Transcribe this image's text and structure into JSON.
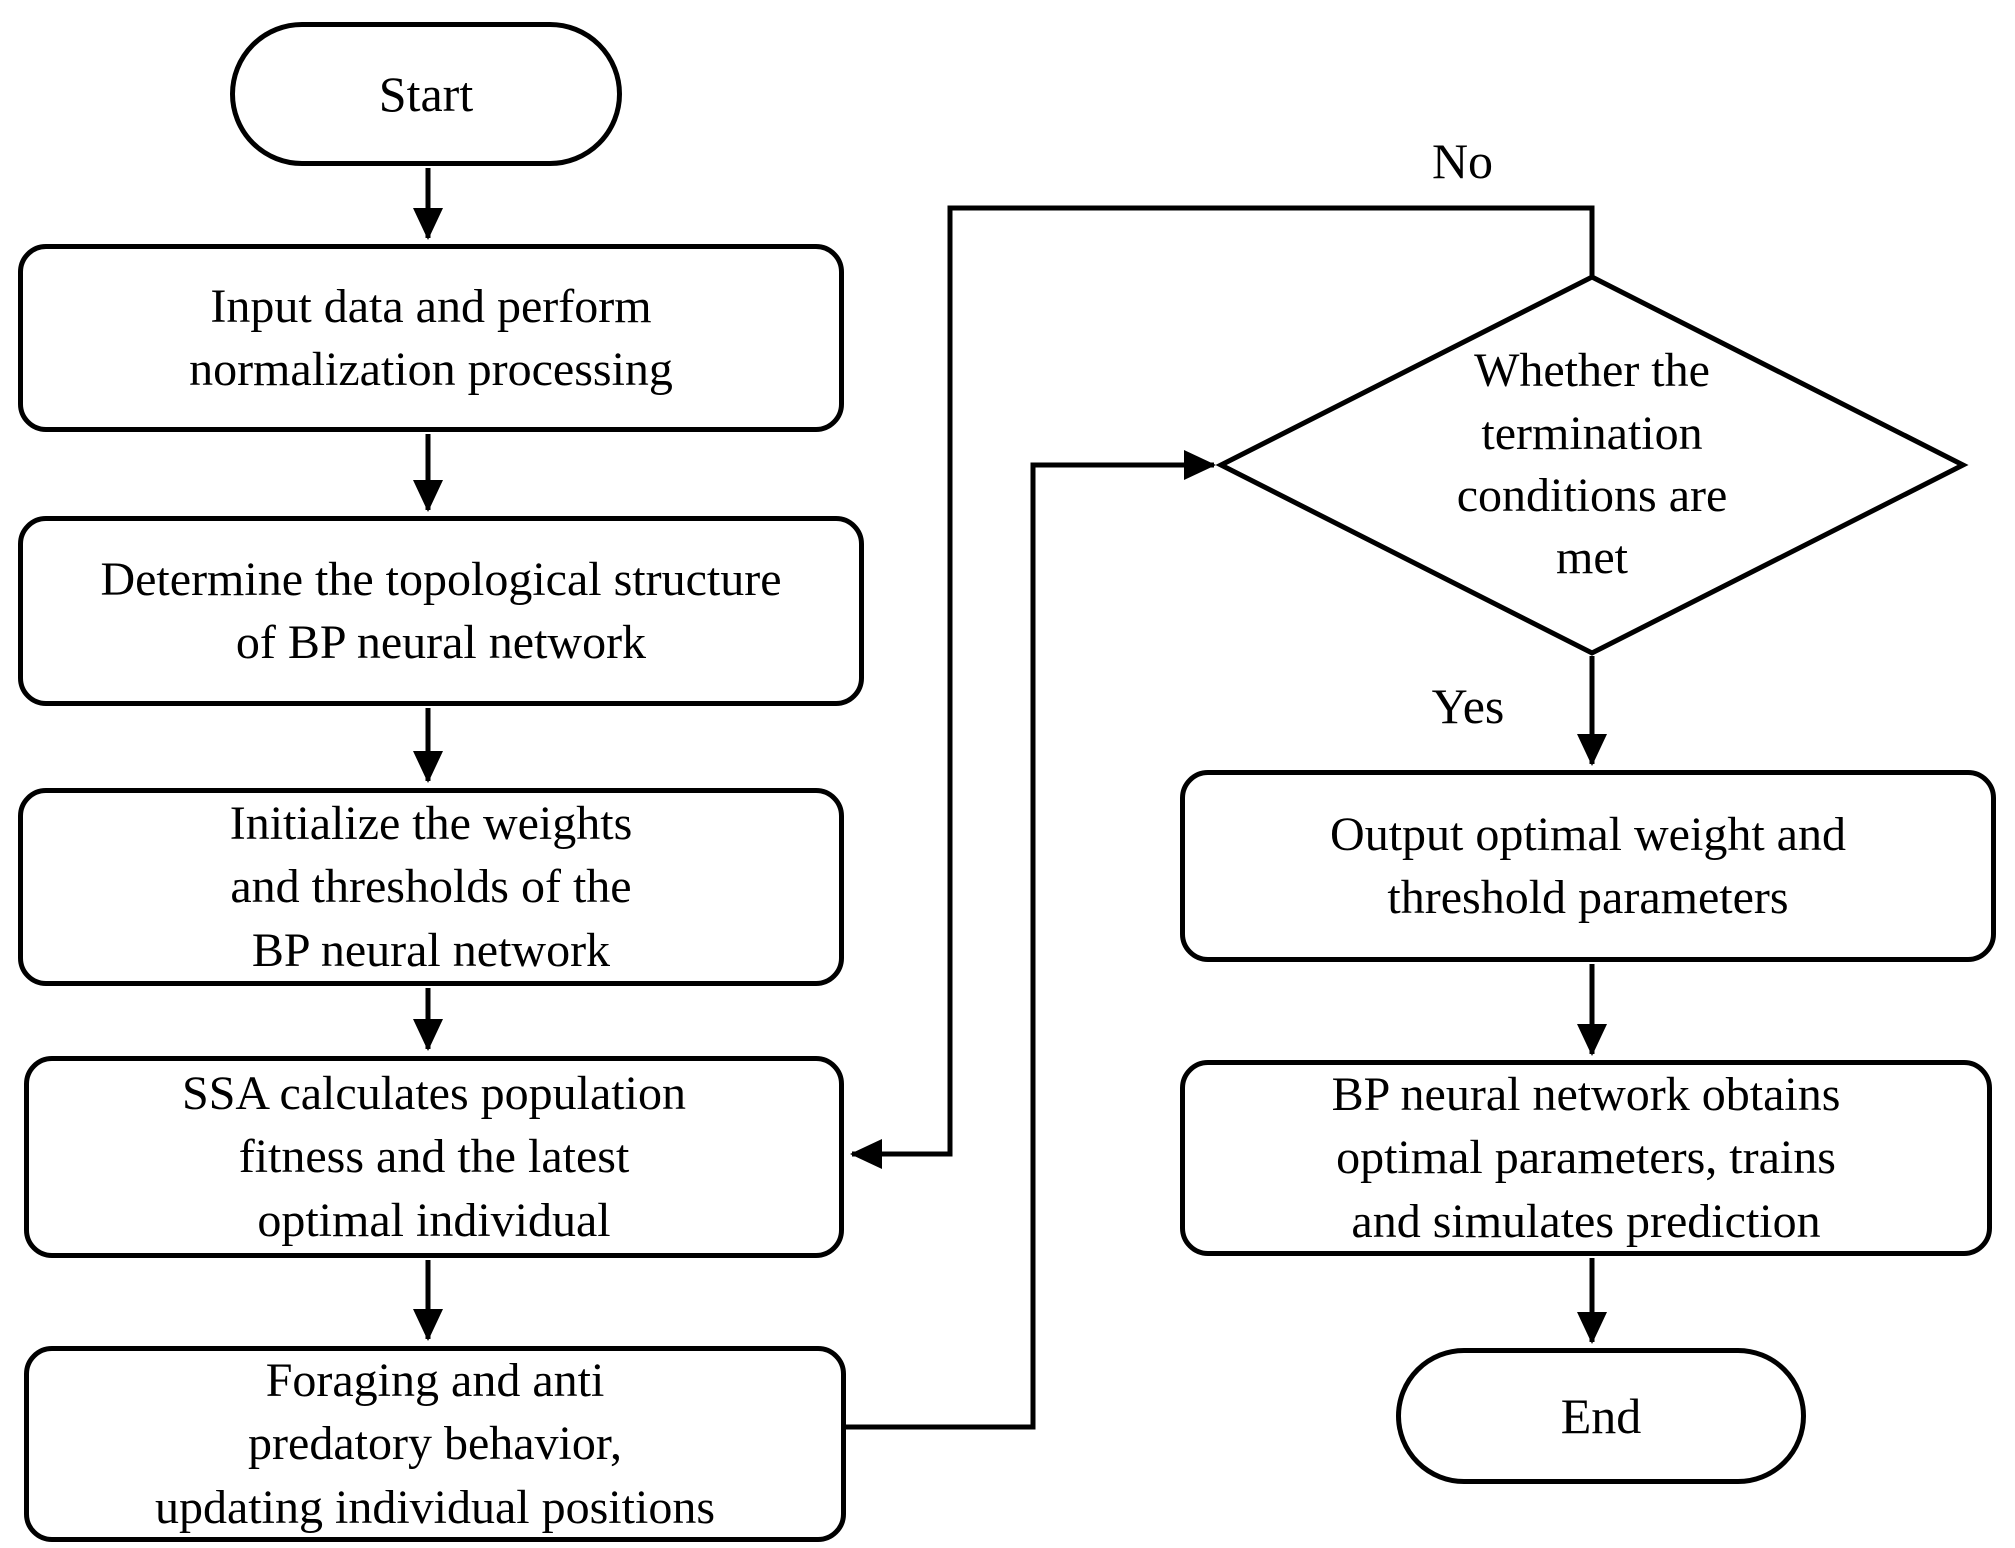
{
  "diagram": {
    "type": "flowchart",
    "colors": {
      "stroke": "#000000",
      "background": "#ffffff",
      "text": "#000000"
    },
    "nodes": {
      "start": {
        "type": "terminator",
        "label": "Start"
      },
      "input_data": {
        "type": "process",
        "label": "Input data and perform\nnormalization processing"
      },
      "determine_structure": {
        "type": "process",
        "label": "Determine the topological structure\nof BP neural network"
      },
      "initialize_weights": {
        "type": "process",
        "label": "Initialize the weights\nand thresholds of the\nBP neural network"
      },
      "ssa_fitness": {
        "type": "process",
        "label": "SSA calculates population\nfitness and the latest\noptimal individual"
      },
      "foraging": {
        "type": "process",
        "label": "Foraging and anti\npredatory behavior,\nupdating individual positions"
      },
      "termination_check": {
        "type": "decision",
        "label": "Whether the\ntermination\nconditions are\nmet"
      },
      "output_params": {
        "type": "process",
        "label": "Output optimal weight and\nthreshold parameters"
      },
      "bp_train_predict": {
        "type": "process",
        "label": "BP neural network obtains\noptimal parameters, trains\nand simulates prediction"
      },
      "end": {
        "type": "terminator",
        "label": "End"
      }
    },
    "edge_labels": {
      "no": "No",
      "yes": "Yes"
    },
    "edges": [
      {
        "from": "start",
        "to": "input_data"
      },
      {
        "from": "input_data",
        "to": "determine_structure"
      },
      {
        "from": "determine_structure",
        "to": "initialize_weights"
      },
      {
        "from": "initialize_weights",
        "to": "ssa_fitness"
      },
      {
        "from": "ssa_fitness",
        "to": "foraging"
      },
      {
        "from": "foraging",
        "to": "termination_check"
      },
      {
        "from": "termination_check",
        "to": "ssa_fitness",
        "label": "No"
      },
      {
        "from": "termination_check",
        "to": "output_params",
        "label": "Yes"
      },
      {
        "from": "output_params",
        "to": "bp_train_predict"
      },
      {
        "from": "bp_train_predict",
        "to": "end"
      }
    ]
  }
}
